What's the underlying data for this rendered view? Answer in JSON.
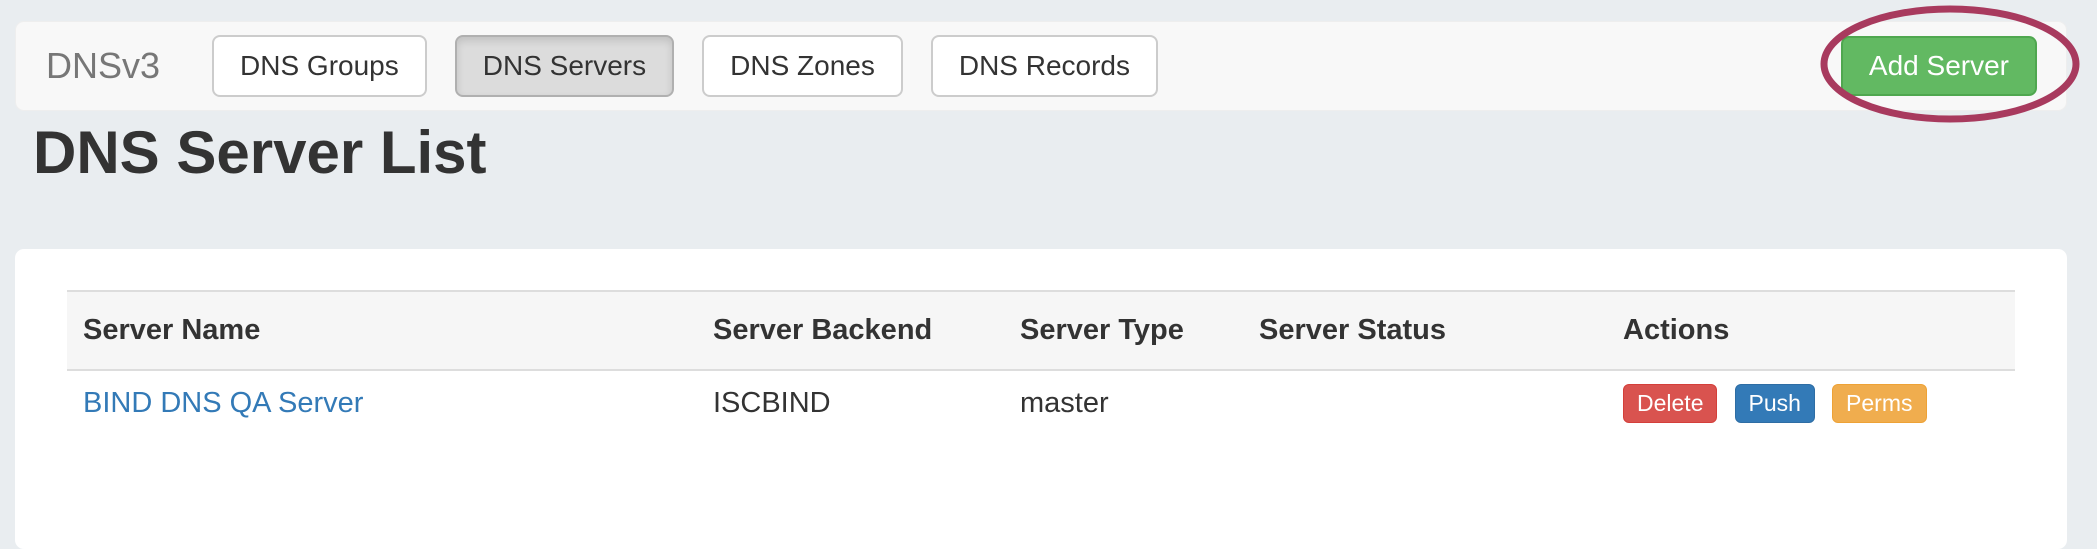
{
  "navbar": {
    "brand": "DNSv3",
    "items": [
      {
        "label": "DNS Groups",
        "active": false
      },
      {
        "label": "DNS Servers",
        "active": true
      },
      {
        "label": "DNS Zones",
        "active": false
      },
      {
        "label": "DNS Records",
        "active": false
      }
    ],
    "add_button": "Add Server"
  },
  "page": {
    "title": "DNS Server List"
  },
  "table": {
    "columns": [
      "Server Name",
      "Server Backend",
      "Server Type",
      "Server Status",
      "Actions"
    ],
    "rows": [
      {
        "name": "BIND DNS QA Server",
        "backend": "ISCBIND",
        "type": "master",
        "status": "",
        "actions": [
          {
            "label": "Delete",
            "style": "danger"
          },
          {
            "label": "Push",
            "style": "primary"
          },
          {
            "label": "Perms",
            "style": "warning"
          }
        ]
      }
    ]
  },
  "colors": {
    "page_background": "#e9edf0",
    "navbar_background": "#f8f8f8",
    "success_button": "#62b962",
    "danger_button": "#d9534f",
    "primary_button": "#337ab7",
    "warning_button": "#f0ad4e",
    "link": "#337ab7",
    "annotation": "#a83a5e"
  },
  "annotation": {
    "shape": "ellipse",
    "highlights": "Add Server"
  }
}
